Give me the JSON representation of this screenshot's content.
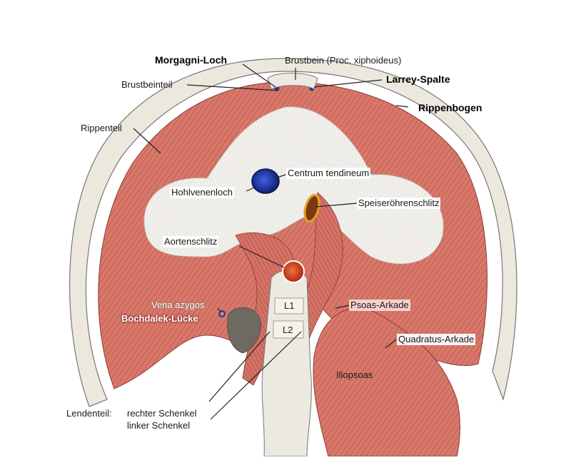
{
  "labels": {
    "morgagni": "Morgagni-Loch",
    "brustbein": "Brustbein (Proc. xiphoideus)",
    "larrey": "Larrey-Spalte",
    "brustbeinteil": "Brustbeinteil",
    "rippenbogen": "Rippenbogen",
    "rippenteil": "Rippenteil",
    "centrum": "Centrum tendineum",
    "hohlvenenloch": "Hohlvenenloch",
    "speiseroehrenschlitz": "Speiseröhrenschlitz",
    "aortenschlitz": "Aortenschlitz",
    "vena_azygos": "Vena azygos",
    "bochdalek": "Bochdalek-Lücke",
    "l1": "L1",
    "l2": "L2",
    "psoas_arkade": "Psoas-Arkade",
    "quadratus_arkade": "Quadratus-Arkade",
    "iliopsoas": "Iliopsoas",
    "lendenteil": "Lendenteil:",
    "rechter_schenkel": "rechter Schenkel",
    "linker_schenkel": "linker Schenkel"
  },
  "colors": {
    "muscle": "#d8786a",
    "muscle_dark": "#b8524a",
    "tendon": "#f2f0ec",
    "bone": "#e8e4da",
    "vena_cava": "#1f3fb0",
    "aorta": "#c83a1a",
    "esophagus": "#e0a020",
    "marker_blue": "#1a3aa8"
  }
}
